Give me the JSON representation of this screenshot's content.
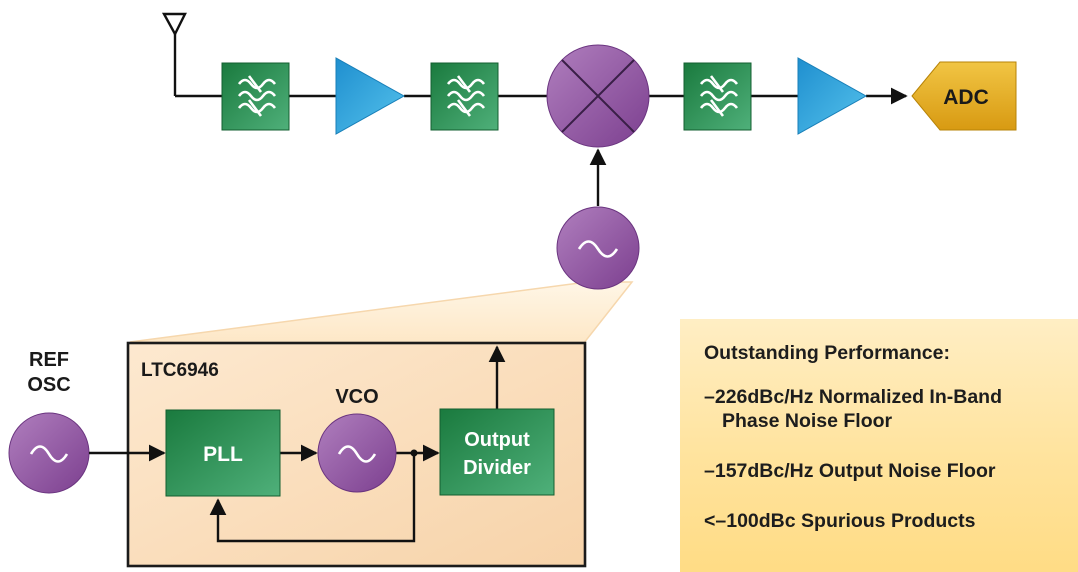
{
  "blocks": {
    "adc": "ADC",
    "ref_osc_line1": "REF",
    "ref_osc_line2": "OSC",
    "chip": "LTC6946",
    "vco": "VCO",
    "pll": "PLL",
    "output_divider_line1": "Output",
    "output_divider_line2": "Divider"
  },
  "performance": {
    "title": "Outstanding Performance:",
    "items": [
      {
        "line1": "–226dBc/Hz Normalized In-Band",
        "line2": "Phase Noise Floor"
      },
      {
        "line1": "–157dBc/Hz Output Noise Floor"
      },
      {
        "line1": "<–100dBc Spurious Products"
      }
    ]
  },
  "colors": {
    "filter_green": "#1e8a4c",
    "amp_blue": "#2aa0d8",
    "mixer_purple": "#9a5fa6",
    "adc_gold": "#e2a91f",
    "chip_fill": "#fbe3c4",
    "callout_yellow": "#ffe39d"
  }
}
